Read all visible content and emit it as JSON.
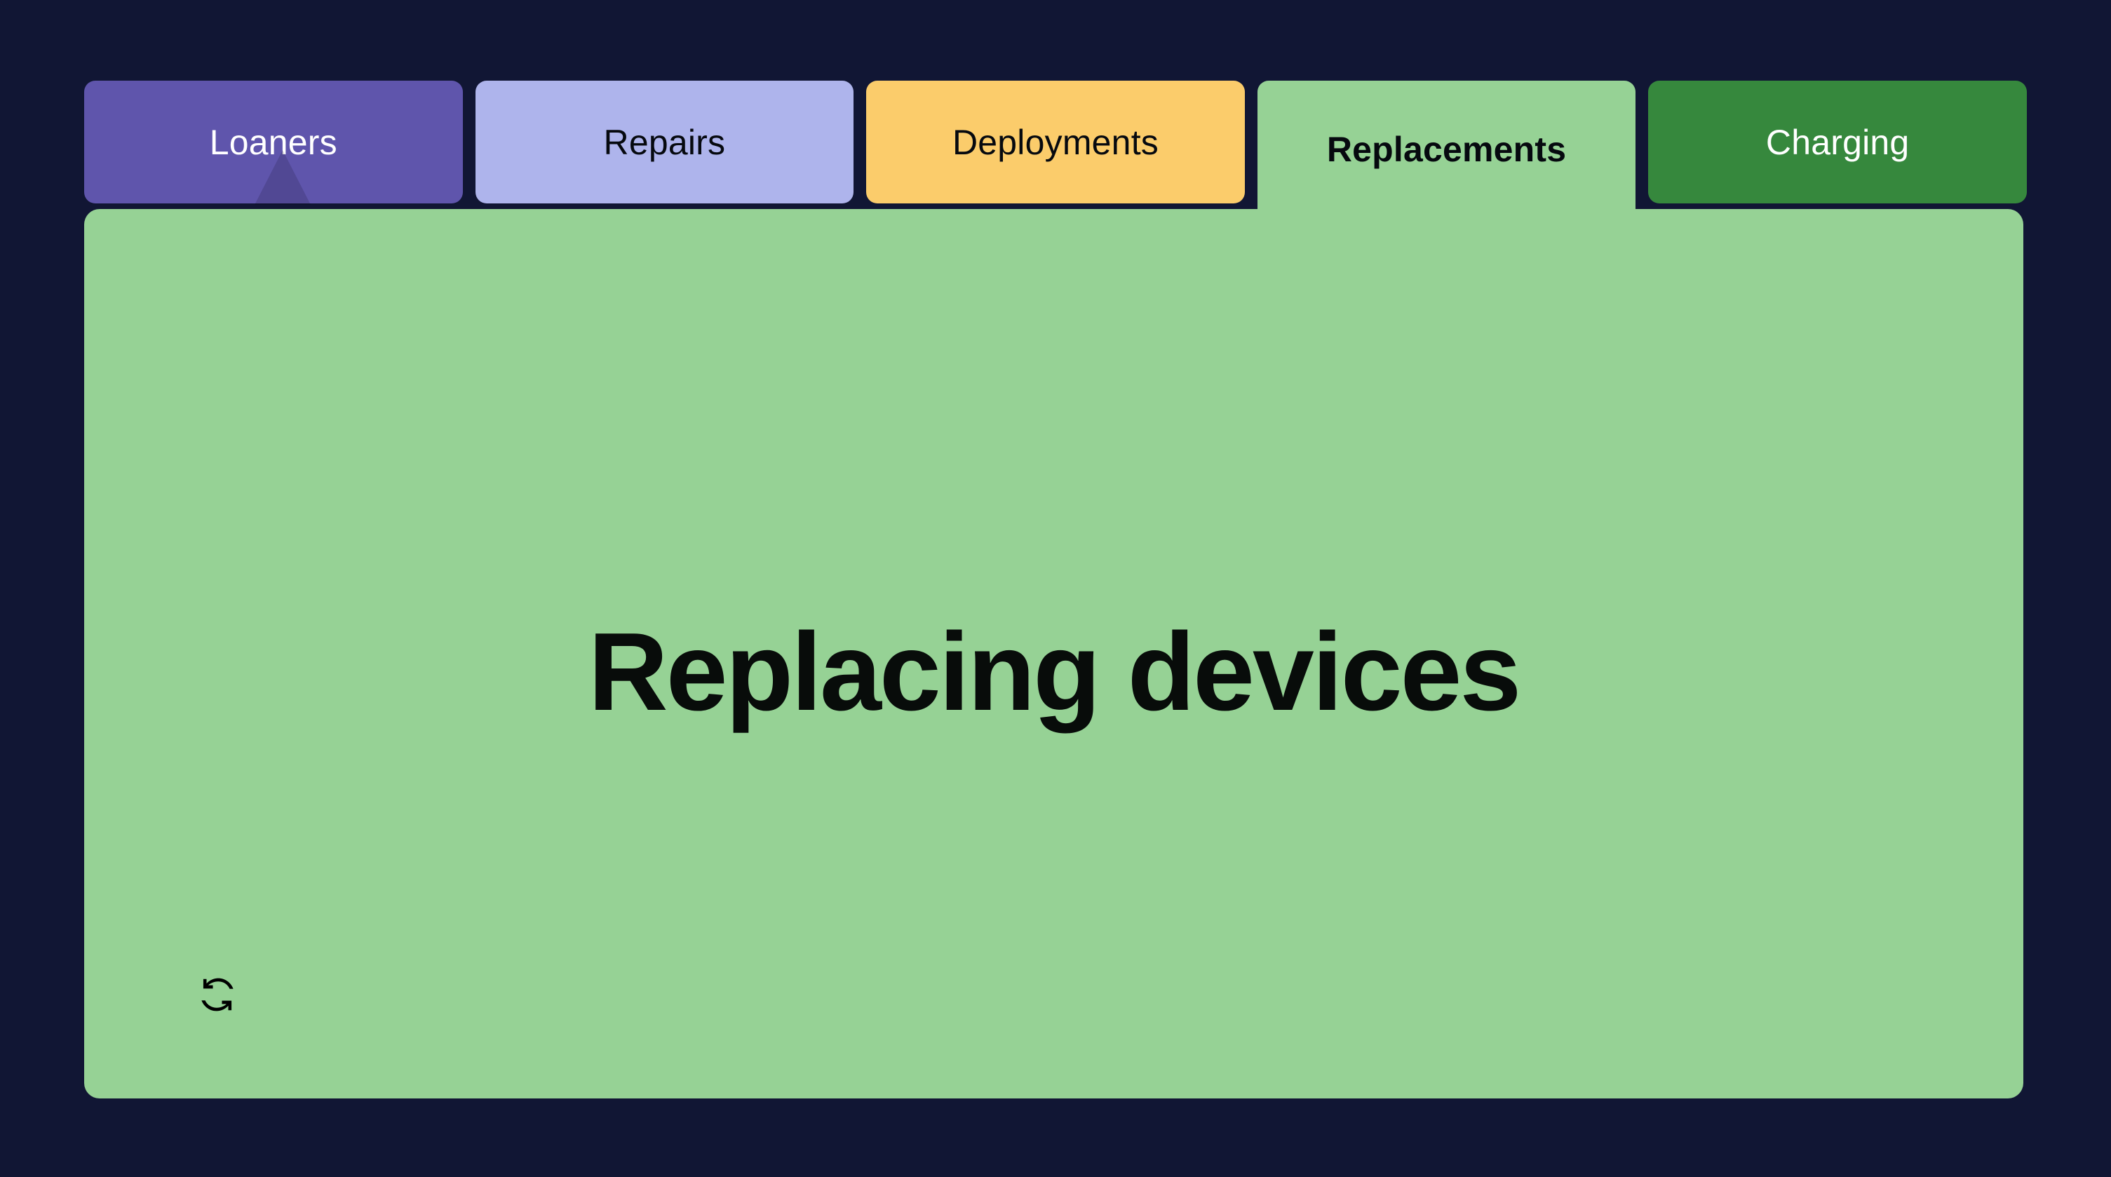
{
  "theme": {
    "background": "#111634",
    "panel_bg": "#96D295",
    "heading_color": "#080c0a"
  },
  "tabs": [
    {
      "id": "loaners",
      "label": "Loaners",
      "bg": "#5f55ac",
      "text_color": "#ffffff",
      "active": false
    },
    {
      "id": "repairs",
      "label": "Repairs",
      "bg": "#AEB4EC",
      "text_color": "#06090f",
      "active": false
    },
    {
      "id": "deployments",
      "label": "Deployments",
      "bg": "#FBCC6B",
      "text_color": "#06090f",
      "active": false
    },
    {
      "id": "replacements",
      "label": "Replacements",
      "bg": "#96D295",
      "text_color": "#06090f",
      "active": true
    },
    {
      "id": "charging",
      "label": "Charging",
      "bg": "#36883D",
      "text_color": "#ffffff",
      "active": false
    }
  ],
  "panel": {
    "title": "Replacing devices",
    "refresh_icon": "refresh-icon"
  },
  "cursor": {
    "icon": "pointer-cursor",
    "over_tab": "Loaners"
  }
}
